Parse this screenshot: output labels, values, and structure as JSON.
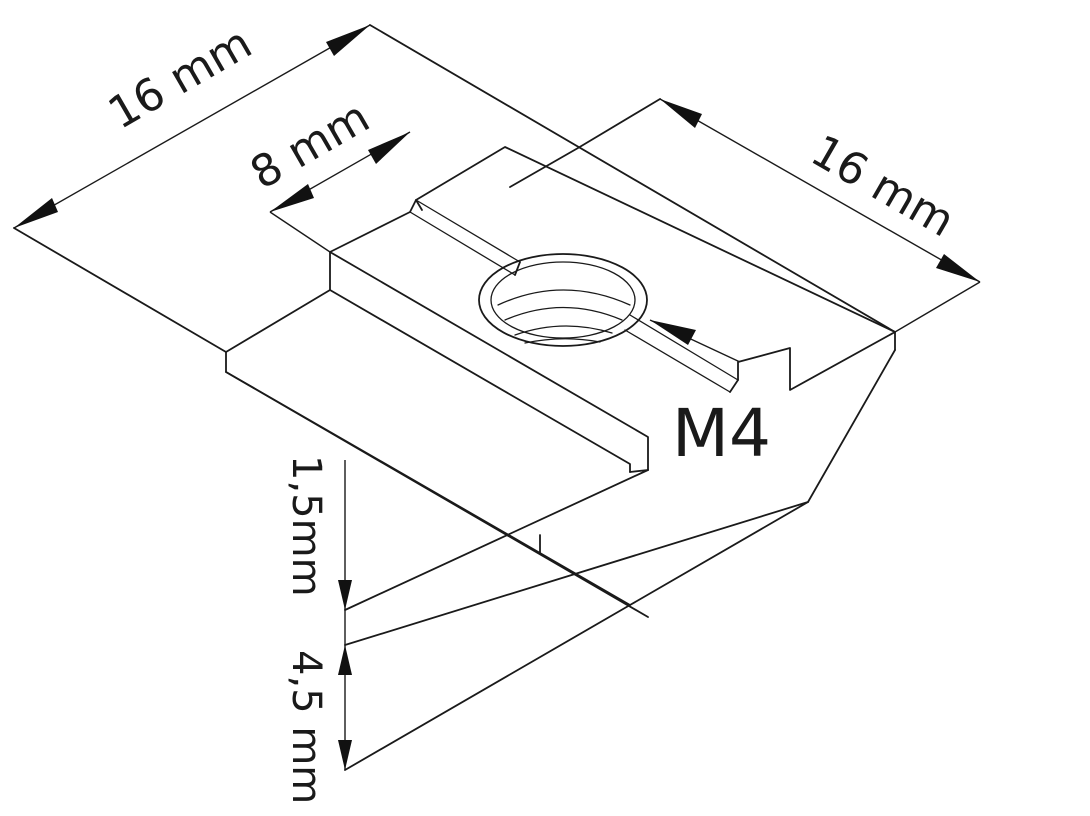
{
  "dimensions": {
    "length_top": "16 mm",
    "slot_width": "8 mm",
    "length_right": "16 mm",
    "thread": "M4",
    "flange_height": "1,5mm",
    "body_height": "4,5 mm"
  },
  "colors": {
    "line": "#1a1a1a",
    "background": "#ffffff"
  }
}
